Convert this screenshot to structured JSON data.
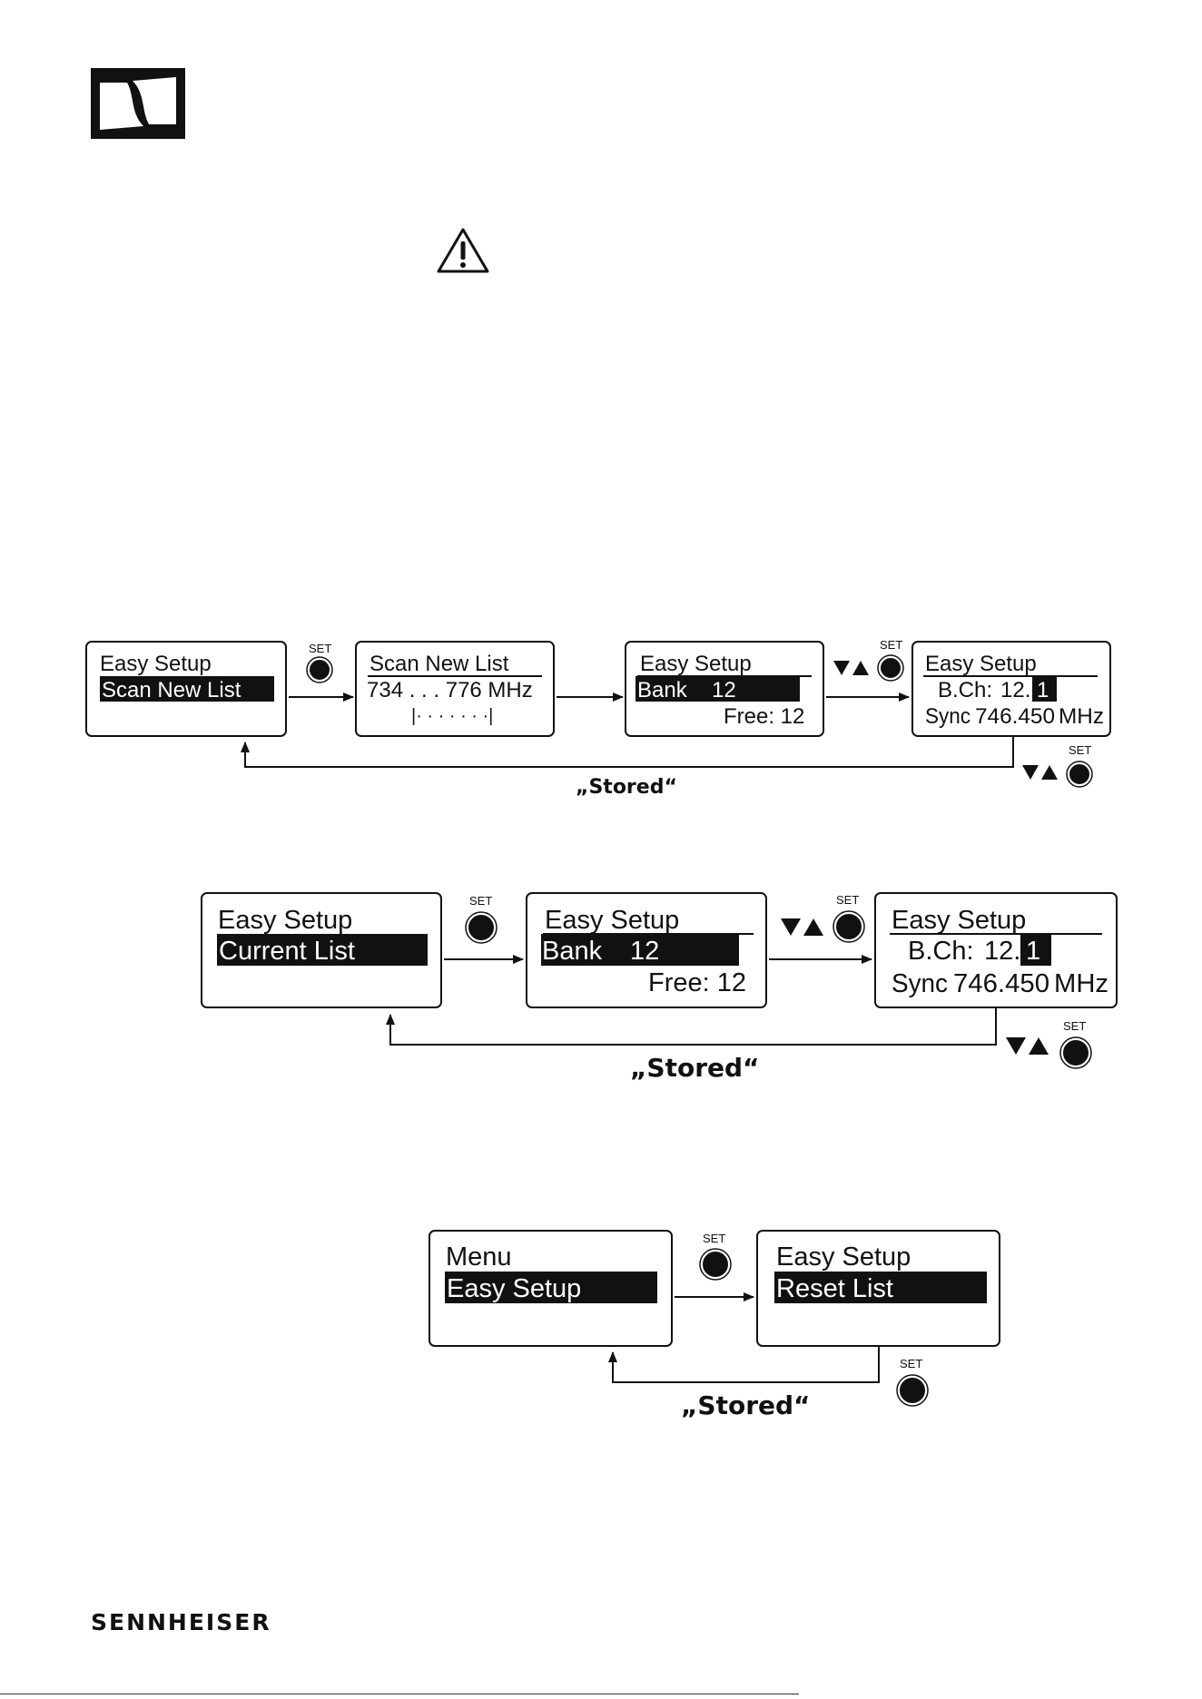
{
  "brand": {
    "name": "SENNHEISER"
  },
  "set_label": "SET",
  "stored_label": "„Stored“",
  "scan_flow": {
    "screen1": {
      "line1": "Easy Setup",
      "line2": "Scan New List"
    },
    "screen2": {
      "line1": "Scan New List",
      "line2": "734 . . . 776 MHz",
      "line3": "|· · · · · · ·|"
    },
    "screen3": {
      "line1": "Easy Setup",
      "line2a": "Bank",
      "line2b": "12",
      "line3": "Free: 12"
    },
    "screen4": {
      "line1": "Easy Setup",
      "line2a": "B.Ch:",
      "line2b": "12.",
      "line2c": "1",
      "line3a": "Sync",
      "line3b": "746.450",
      "line3c": "MHz"
    }
  },
  "current_flow": {
    "screen1": {
      "line1": "Easy Setup",
      "line2": "Current List"
    },
    "screen2": {
      "line1": "Easy Setup",
      "line2a": "Bank",
      "line2b": "12",
      "line3": "Free: 12"
    },
    "screen3": {
      "line1": "Easy Setup",
      "line2a": "B.Ch:",
      "line2b": "12.",
      "line2c": "1",
      "line3a": "Sync",
      "line3b": "746.450",
      "line3c": "MHz"
    }
  },
  "reset_flow": {
    "screen1": {
      "line1": "Menu",
      "line2": "Easy Setup"
    },
    "screen2": {
      "line1": "Easy Setup",
      "line2": "Reset List"
    }
  },
  "icons": {
    "logo": "sennheiser-logo-icon",
    "warning": "warning-triangle-icon",
    "set_button": "set-button-icon",
    "up_down": "up-down-arrows-icon"
  }
}
